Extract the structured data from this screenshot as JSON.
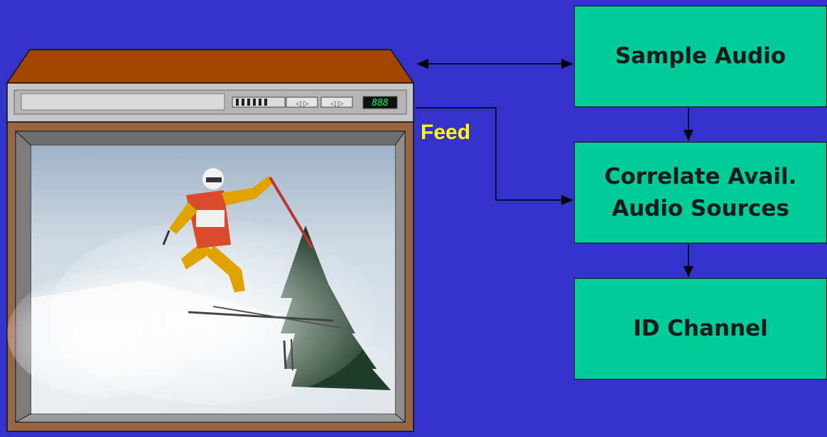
{
  "boxes": {
    "sample_audio": "Sample Audio",
    "correlate": "Correlate Avail.\nAudio Sources",
    "id_channel": "ID Channel"
  },
  "feed_label": "Feed",
  "tv": {
    "display_readout": "888",
    "screen_image": "skier-jumping-in-snow-photo"
  },
  "colors": {
    "background": "#3333cc",
    "box_fill": "#00cc99",
    "feed_text": "#ffff00",
    "tv_top": "#a34400",
    "tv_body": "#996644",
    "lcd_digits": "#00ff66"
  }
}
